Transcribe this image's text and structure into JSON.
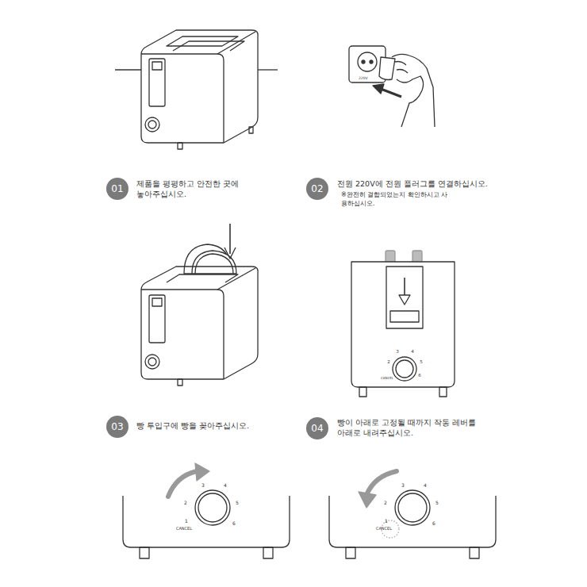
{
  "diagram": {
    "nodes": [
      {
        "text": [
          "01"
        ]
      },
      {
        "text": [
          "02"
        ]
      },
      {
        "text": [
          "03"
        ]
      },
      {
        "text": [
          "04"
        ]
      }
    ],
    "labels": [
      "제품을 평평하고 안전한 곳에 놓아주십시오.",
      "전원 220V에 전원 플러그를 연결하십시오.",
      "※완전히 결합되었는지 확인하시고 사용하십시오.",
      "220V",
      "빵 투입구에 빵을 꽂아주십시오.",
      "빵이 아래로 고정될 때까지 작동 레버를 아래로 내려주십시오.",
      "2",
      "3",
      "4",
      "5",
      "6",
      "CANCEL",
      "1",
      "2",
      "3",
      "4",
      "5",
      "6",
      "CANCEL",
      "1",
      "2",
      "3",
      "4",
      "5",
      "6",
      "CANCEL"
    ]
  }
}
